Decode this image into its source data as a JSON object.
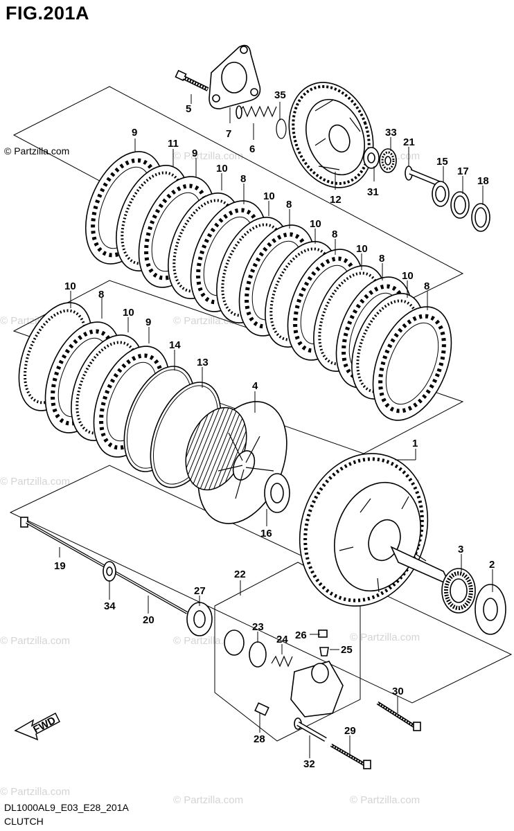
{
  "figure": {
    "title": "FIG.201A",
    "code": "DL1000AL9_E03_E28_201A",
    "name": "CLUTCH",
    "copyright": "© Partzilla.com",
    "watermark": "© Partzilla.com",
    "fwd_label": "FWD"
  },
  "callouts": [
    {
      "id": "c5",
      "label": "5"
    },
    {
      "id": "c7",
      "label": "7"
    },
    {
      "id": "c35",
      "label": "35"
    },
    {
      "id": "c6",
      "label": "6"
    },
    {
      "id": "c33",
      "label": "33"
    },
    {
      "id": "c21",
      "label": "21"
    },
    {
      "id": "c15",
      "label": "15"
    },
    {
      "id": "c17",
      "label": "17"
    },
    {
      "id": "c18",
      "label": "18"
    },
    {
      "id": "c31",
      "label": "31"
    },
    {
      "id": "c12",
      "label": "12"
    },
    {
      "id": "c9a",
      "label": "9"
    },
    {
      "id": "c11",
      "label": "11"
    },
    {
      "id": "c9b",
      "label": "9"
    },
    {
      "id": "c10a",
      "label": "10"
    },
    {
      "id": "c8a",
      "label": "8"
    },
    {
      "id": "c10b",
      "label": "10"
    },
    {
      "id": "c8b",
      "label": "8"
    },
    {
      "id": "c10c",
      "label": "10"
    },
    {
      "id": "c8c",
      "label": "8"
    },
    {
      "id": "c10d",
      "label": "10"
    },
    {
      "id": "c8d",
      "label": "8"
    },
    {
      "id": "c10e",
      "label": "10"
    },
    {
      "id": "c8e",
      "label": "8"
    },
    {
      "id": "c10f",
      "label": "10"
    },
    {
      "id": "c8f",
      "label": "8"
    },
    {
      "id": "c10g",
      "label": "10"
    },
    {
      "id": "c9c",
      "label": "9"
    },
    {
      "id": "c14",
      "label": "14"
    },
    {
      "id": "c13",
      "label": "13"
    },
    {
      "id": "c4",
      "label": "4"
    },
    {
      "id": "c1",
      "label": "1"
    },
    {
      "id": "c16",
      "label": "16"
    },
    {
      "id": "c3",
      "label": "3"
    },
    {
      "id": "c2",
      "label": "2"
    },
    {
      "id": "c19",
      "label": "19"
    },
    {
      "id": "c34",
      "label": "34"
    },
    {
      "id": "c20",
      "label": "20"
    },
    {
      "id": "c27",
      "label": "27"
    },
    {
      "id": "c22",
      "label": "22"
    },
    {
      "id": "c23",
      "label": "23"
    },
    {
      "id": "c24",
      "label": "24"
    },
    {
      "id": "c26",
      "label": "26"
    },
    {
      "id": "c25",
      "label": "25"
    },
    {
      "id": "c30",
      "label": "30"
    },
    {
      "id": "c28",
      "label": "28"
    },
    {
      "id": "c29",
      "label": "29"
    },
    {
      "id": "c32",
      "label": "32"
    }
  ]
}
